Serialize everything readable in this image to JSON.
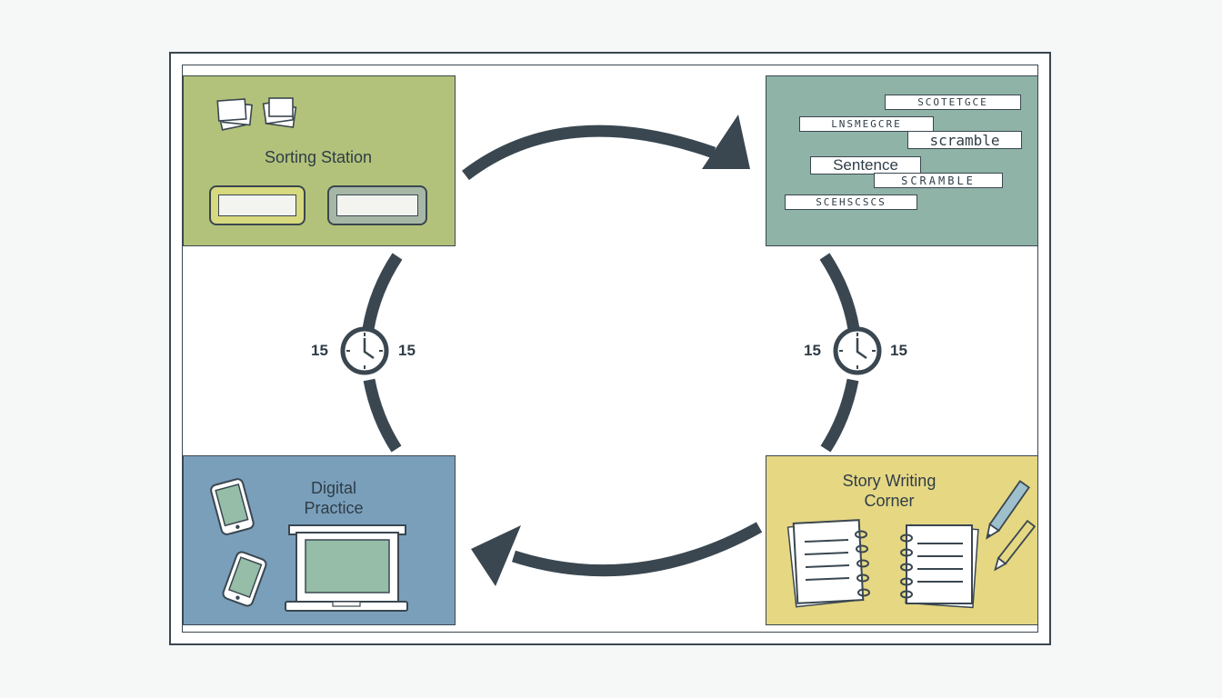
{
  "colors": {
    "outline": "#3a4750",
    "sorting_bg": "#b3c27a",
    "sentence_bg": "#8fb3a6",
    "digital_bg": "#7a9fbb",
    "story_bg": "#e6d783",
    "screen": "#95bda7"
  },
  "stations": {
    "sorting": {
      "title": "Sorting Station",
      "icons": [
        "card-stack-icon",
        "card-stack-icon"
      ]
    },
    "sentence": {
      "strips": [
        "SCOTETGCE",
        "LNSMEGCRE",
        "scramble",
        "Sentence",
        "SCRAMBLE",
        "SCEHSCSCS"
      ]
    },
    "digital": {
      "title_line1": "Digital",
      "title_line2": "Practice",
      "icons": [
        "tablet-icon",
        "laptop-icon"
      ]
    },
    "story": {
      "title_line1": "Story Writing",
      "title_line2": "Corner",
      "icons": [
        "notebook-icon",
        "pencil-icon"
      ]
    }
  },
  "timers": {
    "left": {
      "before": "15",
      "after": "15",
      "icon": "clock-icon"
    },
    "right": {
      "before": "15",
      "after": "15",
      "icon": "clock-icon"
    }
  }
}
